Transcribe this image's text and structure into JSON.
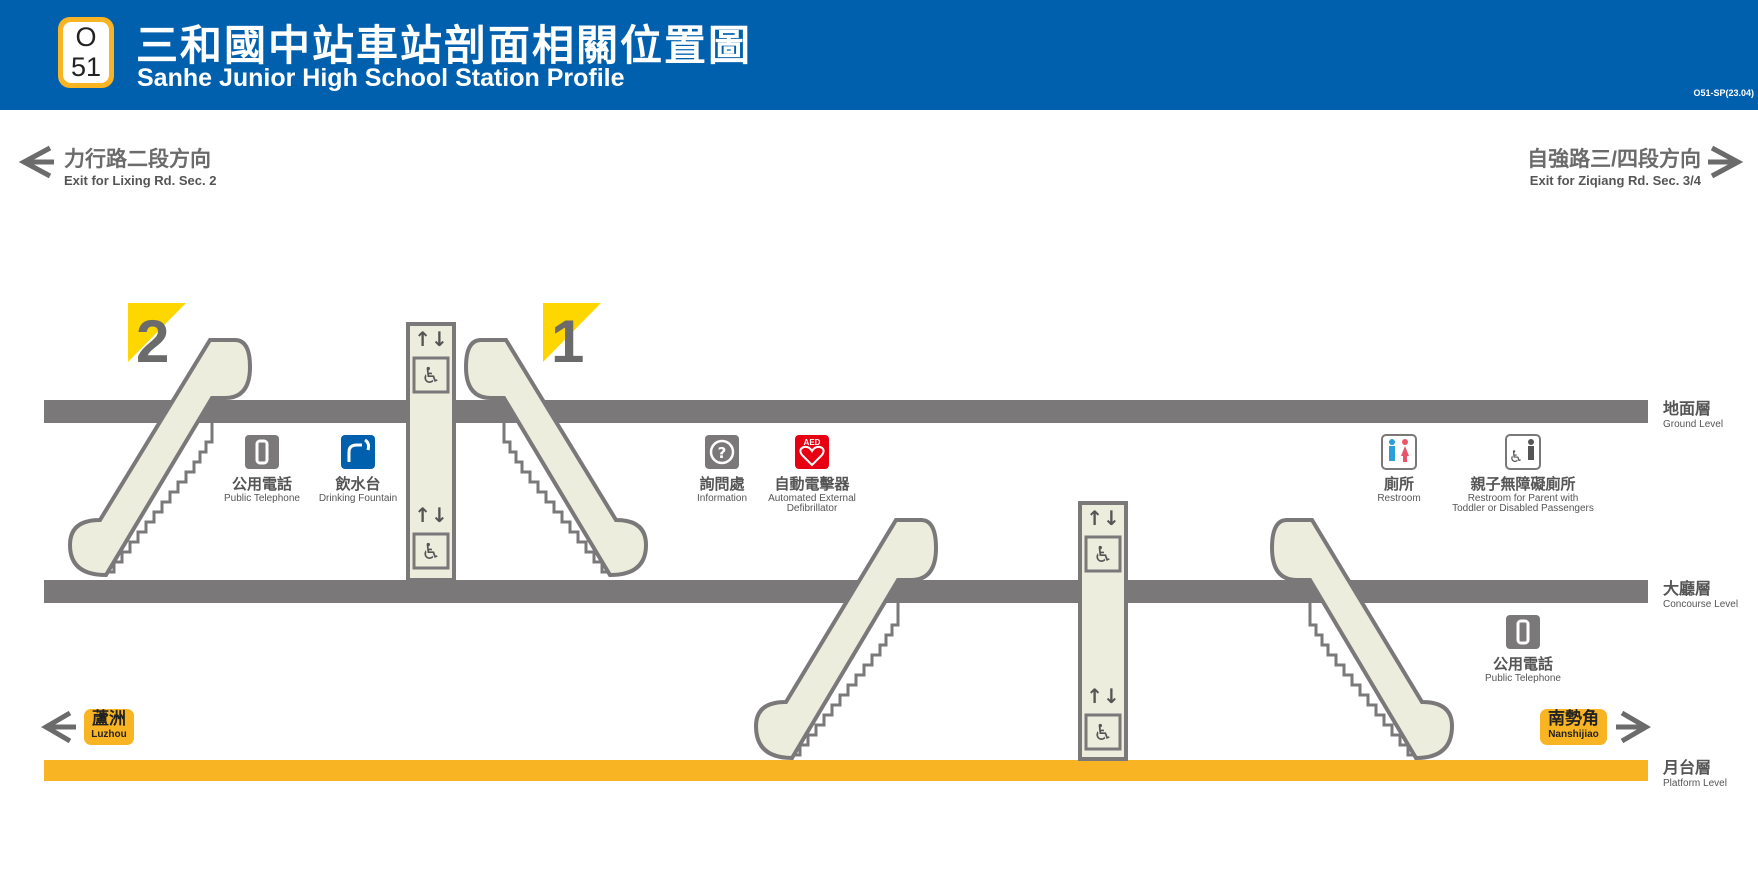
{
  "header": {
    "line_letter": "O",
    "station_number": "51",
    "title_zh": "三和國中站車站剖面相關位置圖",
    "title_en": "Sanhe Junior High School Station Profile",
    "doc_code": "O51-SP(23.04)"
  },
  "directions": {
    "left": {
      "zh": "力行路二段方向",
      "en": "Exit for Lixing Rd. Sec. 2"
    },
    "right": {
      "zh": "自強路三/四段方向",
      "en": "Exit for Ziqiang Rd. Sec. 3/4"
    }
  },
  "exits": {
    "exit2": "2",
    "exit1": "1"
  },
  "levels": {
    "ground": {
      "zh": "地面層",
      "en": "Ground Level"
    },
    "concourse": {
      "zh": "大廳層",
      "en": "Concourse Level"
    },
    "platform": {
      "zh": "月台層",
      "en": "Platform Level"
    }
  },
  "facilities": {
    "phone1": {
      "zh": "公用電話",
      "en": "Public Telephone",
      "icon": "telephone-icon"
    },
    "fountain": {
      "zh": "飲水台",
      "en": "Drinking Fountain",
      "icon": "drinking-fountain-icon"
    },
    "info": {
      "zh": "詢問處",
      "en": "Information",
      "icon": "information-icon"
    },
    "aed": {
      "zh": "自動電擊器",
      "en1": "Automated External",
      "en2": "Defibrillator",
      "icon_label": "AED"
    },
    "restroom": {
      "zh": "廁所",
      "en": "Restroom",
      "icon": "restroom-icon"
    },
    "family": {
      "zh": "親子無障礙廁所",
      "en1": "Restroom for Parent with",
      "en2": "Toddler or Disabled Passengers",
      "icon": "family-restroom-icon"
    },
    "phone2": {
      "zh": "公用電話",
      "en": "Public Telephone",
      "icon": "telephone-icon"
    }
  },
  "stations": {
    "left": {
      "zh": "蘆洲",
      "en": "Luzhou"
    },
    "right": {
      "zh": "南勢角",
      "en": "Nanshijiao"
    }
  },
  "colors": {
    "brand_blue": "#0060ae",
    "line_orange": "#f8b422",
    "level_gray": "#7a7879",
    "structure_fill": "#ededde",
    "exit_yellow": "#ffd700",
    "aed_red": "#e60012",
    "fountain_blue": "#0060ae"
  }
}
